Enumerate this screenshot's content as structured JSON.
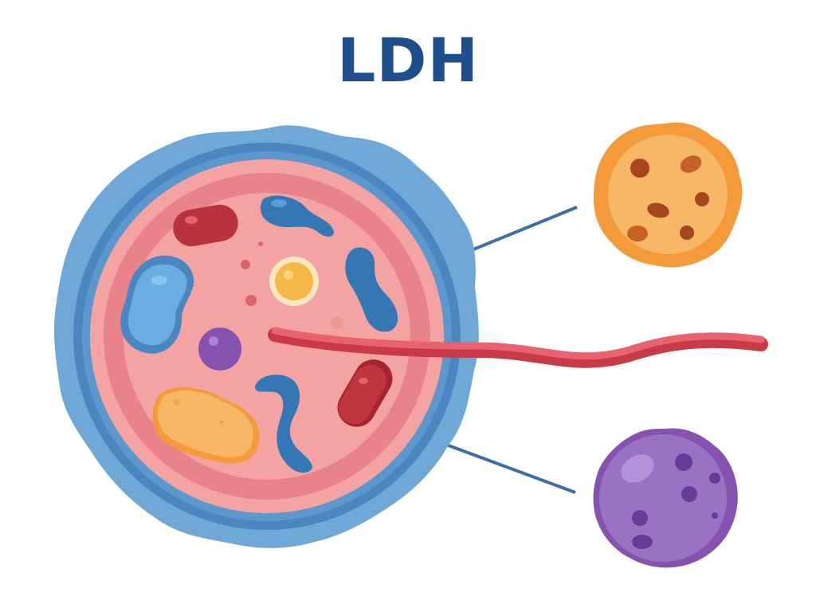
{
  "title": "LDH",
  "colors": {
    "title": "#1f4e8c",
    "outer_membrane": "#6fa8d6",
    "membrane_ring": "#4a86c0",
    "cytoplasm_outer": "#e8838a",
    "cytoplasm_inner": "#f4a3a3",
    "flagellum": "#e45e6b",
    "connector_line": "#3c6ea8",
    "orange_cell": "#f4a24e",
    "purple_cell": "#9a72c4"
  },
  "diagram": {
    "main_cell": {
      "label": "",
      "organelles": [
        {
          "name": "red-rod-top",
          "color": "#b8323f"
        },
        {
          "name": "blue-curved-top",
          "color": "#3577b5"
        },
        {
          "name": "blue-bean-left",
          "color": "#6aaee0"
        },
        {
          "name": "yellow-nucleus",
          "color": "#f7b84a"
        },
        {
          "name": "blue-curved-right",
          "color": "#3577b5"
        },
        {
          "name": "purple-sphere",
          "color": "#8652b0"
        },
        {
          "name": "orange-blob",
          "color": "#f7b766"
        },
        {
          "name": "blue-s-shape",
          "color": "#3577b5"
        },
        {
          "name": "red-rod-bottom",
          "color": "#b8323f"
        }
      ]
    },
    "side_cells": [
      {
        "name": "orange-cell",
        "color": "#f4a24e"
      },
      {
        "name": "purple-cell",
        "color": "#9a72c4"
      }
    ]
  }
}
